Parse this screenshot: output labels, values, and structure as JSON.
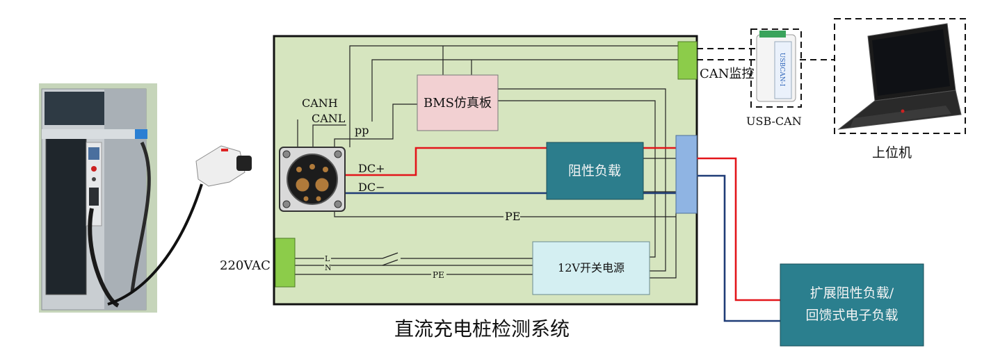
{
  "diagram": {
    "title": "直流充电桩检测系统",
    "labels": {
      "canh": "CANH",
      "canl": "CANL",
      "pp": "pp",
      "dc_plus": "DC+",
      "dc_minus": "DC−",
      "pe_main": "PE",
      "pe_ac": "PE",
      "l": "L",
      "n": "N",
      "vac": "220VAC",
      "can_monitor": "CAN监控",
      "usb_can": "USB-CAN",
      "host": "上位机"
    },
    "blocks": {
      "bms": "BMS仿真板",
      "load": "阻性负载",
      "psu": "12V开关电源",
      "ext_line1": "扩展阻性负载/",
      "ext_line2": "回馈式电子负载"
    },
    "device_text": {
      "usbcan_side": "USBCAN-I"
    },
    "colors": {
      "panel_bg": "#d6e5bf",
      "bms_fill": "#f2d0d2",
      "load_fill": "#2c7d8c",
      "psu_fill": "#d4eff2",
      "ext_fill": "#2b7f8e",
      "terminal_green": "#8ccc4a",
      "terminal_blue": "#8fb4e3",
      "wire_red": "#e3151a",
      "wire_blue": "#1f3c77"
    }
  }
}
